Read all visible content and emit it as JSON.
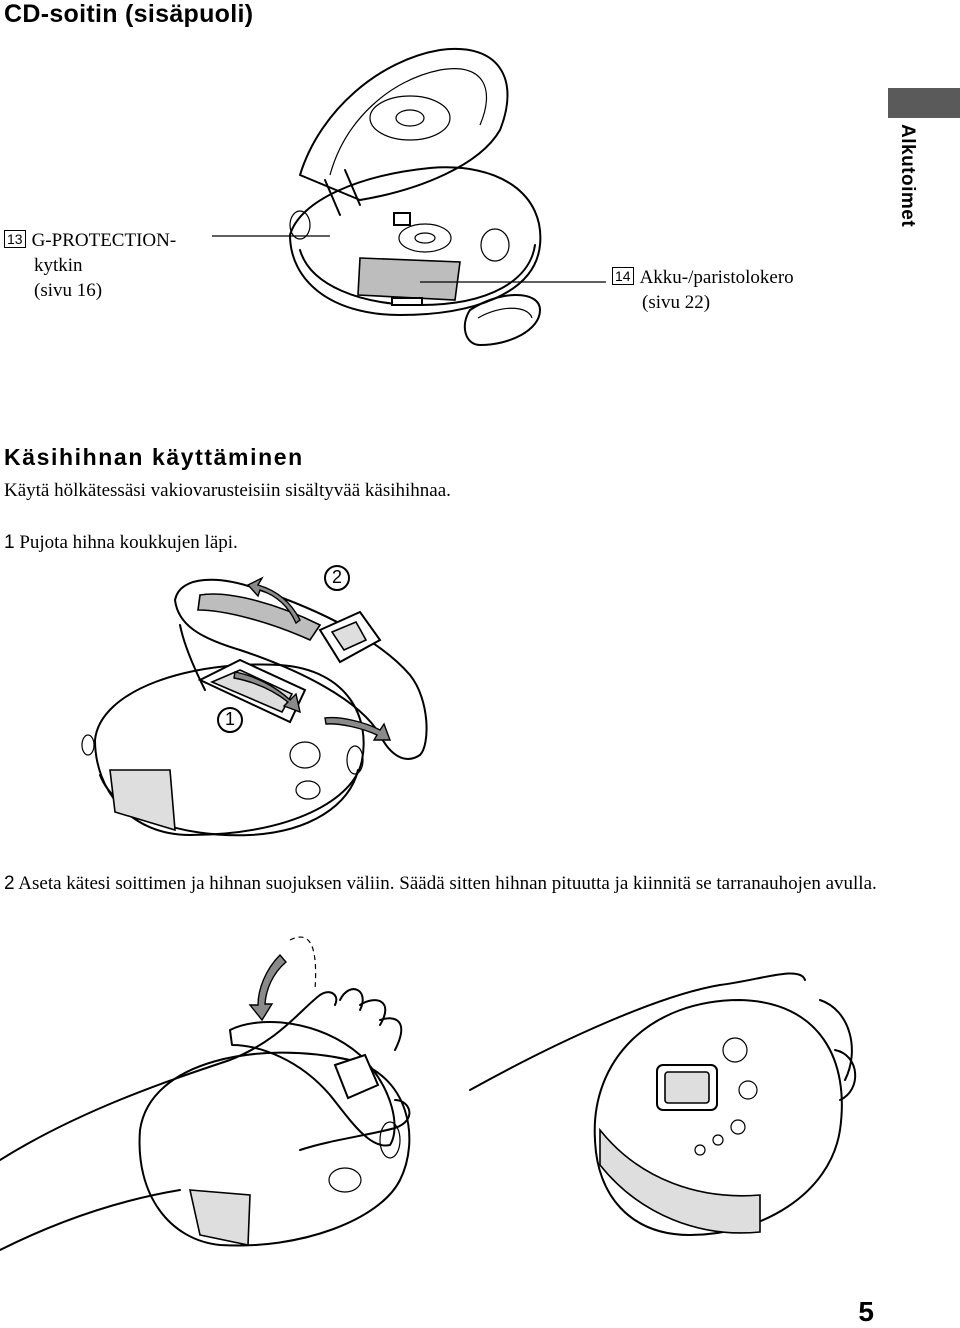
{
  "header": {
    "title": "CD-soitin (sisäpuoli)"
  },
  "side_tab": {
    "label": "Alkutoimet"
  },
  "callouts": [
    {
      "number": "13",
      "line1": "G-PROTECTION-",
      "line2": "kytkin",
      "line3": "(sivu 16)"
    },
    {
      "number": "14",
      "line1": "Akku-/paristolokero",
      "line2": "(sivu 22)"
    }
  ],
  "section": {
    "heading": "Käsihihnan käyttäminen",
    "intro": "Käytä hölkätessäsi vakiovarusteisiin sisältyvää käsihihnaa."
  },
  "steps": [
    {
      "number": "1",
      "text": "Pujota hihna koukkujen läpi."
    },
    {
      "number": "2",
      "text": "Aseta kätesi soittimen ja hihnan suojuksen väliin. Säädä sitten hihnan pituutta ja kiinnitä se tarranauhojen avulla."
    }
  ],
  "figure_markers": {
    "marker_1": "1",
    "marker_2": "2"
  },
  "footer": {
    "page_number": "5"
  }
}
